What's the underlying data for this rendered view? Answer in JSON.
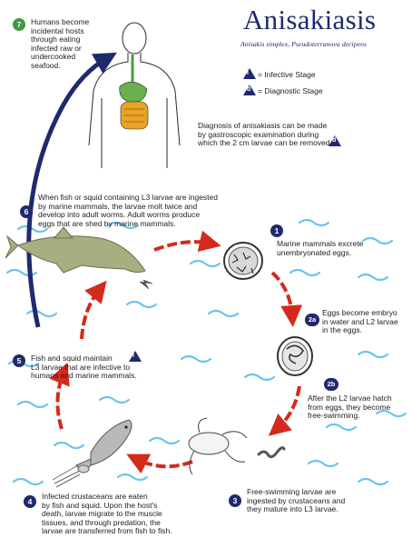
{
  "header": {
    "title": "Anisakiasis",
    "subtitle": "Anisakis simplex, Pseudoterranova decipens"
  },
  "legend": {
    "infective_symbol": "i",
    "infective_label": "= Infective Stage",
    "diagnostic_symbol": "d",
    "diagnostic_label": "= Diagnostic Stage"
  },
  "diagnosis_note": "Diagnosis of anisakiasis can be made\nby gastroscopic examination during\nwhich the 2 cm larvae can be removed.",
  "steps": [
    {
      "num": "1",
      "text": "Marine mammals excrete\nunembryonated eggs."
    },
    {
      "num": "2a",
      "text": "Eggs become embryo\nin water and L2 larvae\nin the eggs."
    },
    {
      "num": "2b",
      "text": "After the L2 larvae hatch\nfrom eggs, they become\nfree-swimming."
    },
    {
      "num": "3",
      "text": "Free-swimming larvae are\ningested by crustaceans and\nthey mature into L3 larvae."
    },
    {
      "num": "4",
      "text": "Infected crustaceans are eaten\nby fish and squid.  Upon the host's\ndeath, larvae migrate to the muscle\ntissues, and through predation, the\nlarvae are transferred from fish to fish."
    },
    {
      "num": "5",
      "text": "Fish and squid maintain\nL3 larvae that are infective to\nhumans and marine mammals."
    },
    {
      "num": "6",
      "text": "When fish or squid containing L3 larvae are ingested\nby marine mammals, the larvae molt twice and\ndevelop into adult worms.  Adult worms produce\neggs that are shed by marine mammals."
    },
    {
      "num": "7",
      "text": "Humans become\nincidental hosts\nthrough eating\ninfected raw or\nundercooked\nseafood."
    }
  ],
  "colors": {
    "cycle_arrow": "#d42a1e",
    "human_arrow": "#1f2a6e",
    "badge": "#1f2a6e",
    "badge_human": "#3f9a3f",
    "water_waves": "#6cc3ea",
    "dolphin": "#a9ad82"
  },
  "icons": {
    "infective": "triangle-i-icon",
    "diagnostic": "triangle-d-icon"
  }
}
